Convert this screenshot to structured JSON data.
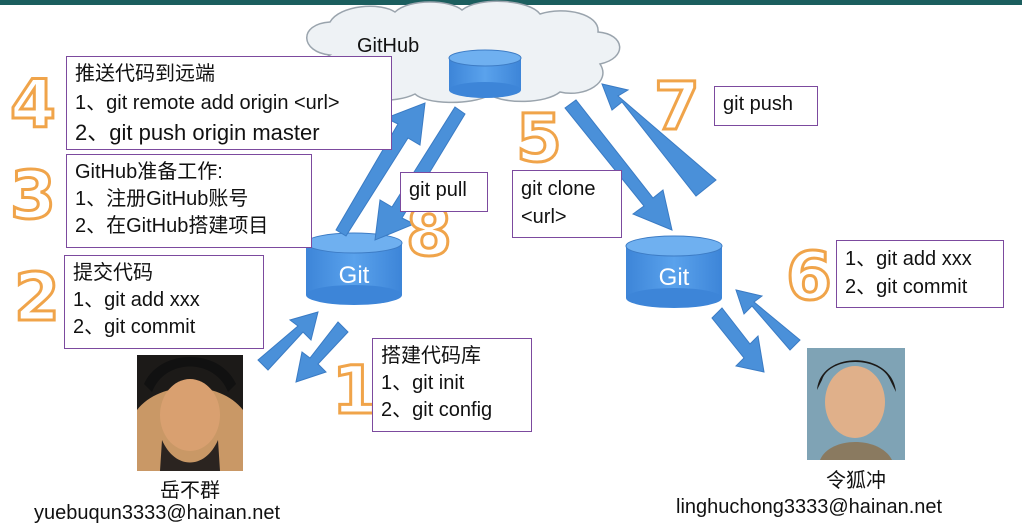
{
  "cloud": {
    "label": "GitHub"
  },
  "repos": {
    "left_label": "Git",
    "right_label": "Git"
  },
  "steps": [
    {
      "number": "4",
      "lines": [
        "推送代码到远端",
        "1、git remote add origin <url>",
        "2、git push origin master"
      ]
    },
    {
      "number": "3",
      "lines": [
        "GitHub准备工作:",
        "1、注册GitHub账号",
        "2、在GitHub搭建项目"
      ]
    },
    {
      "number": "2",
      "lines": [
        "提交代码",
        "1、git add xxx",
        "2、git commit"
      ]
    },
    {
      "number": "1",
      "lines": [
        "搭建代码库",
        "1、git init",
        "2、git config"
      ]
    },
    {
      "number": "8",
      "lines": [
        "git pull"
      ]
    },
    {
      "number": "5",
      "lines": [
        "git clone",
        "<url>"
      ]
    },
    {
      "number": "7",
      "lines": [
        "git push"
      ]
    },
    {
      "number": "6",
      "lines": [
        "1、git add xxx",
        "2、git commit"
      ]
    }
  ],
  "people": {
    "left": {
      "name": "岳不群",
      "email": "yuebuqun3333@hainan.net"
    },
    "right": {
      "name": "令狐冲",
      "email": "linghuchong3333@hainan.net"
    }
  },
  "colors": {
    "arrow": "#4a90d9",
    "box_border": "#7c4a9e",
    "number": "#f0a44a",
    "db": "#4a90d9"
  }
}
